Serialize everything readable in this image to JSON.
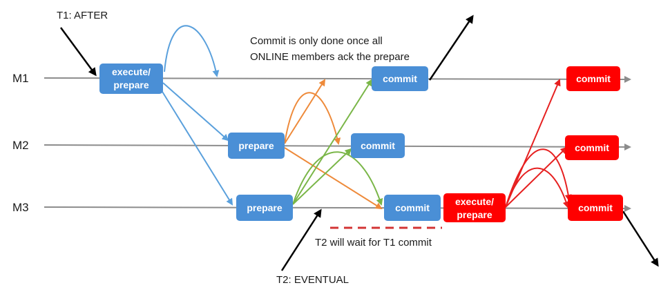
{
  "members": [
    "M1",
    "M2",
    "M3"
  ],
  "annotations": {
    "t1_label": "T1: AFTER",
    "commit_note_line1": "Commit is only done once all",
    "commit_note_line2": "ONLINE members ack the prepare",
    "wait_note": "T2 will wait for T1 commit",
    "t2_label": "T2: EVENTUAL"
  },
  "boxes": {
    "m1_exec_line1": "execute/",
    "m1_exec_line2": "prepare",
    "m1_commit_blue": "commit",
    "m1_commit_red": "commit",
    "m2_prepare": "prepare",
    "m2_commit_blue": "commit",
    "m2_commit_red": "commit",
    "m3_prepare": "prepare",
    "m3_commit_blue": "commit",
    "m3_exec_line1": "execute/",
    "m3_exec_line2": "prepare",
    "m3_commit_red": "commit"
  },
  "colors": {
    "blue_box": "#4a8fd6",
    "red_box": "#ff0000",
    "blue_arrow": "#5aa0dc",
    "orange_arrow": "#ee8a3a",
    "green_arrow": "#7ab648",
    "red_arrow": "#e62020",
    "timeline": "#8c8c8c",
    "dashed": "#d33434"
  }
}
